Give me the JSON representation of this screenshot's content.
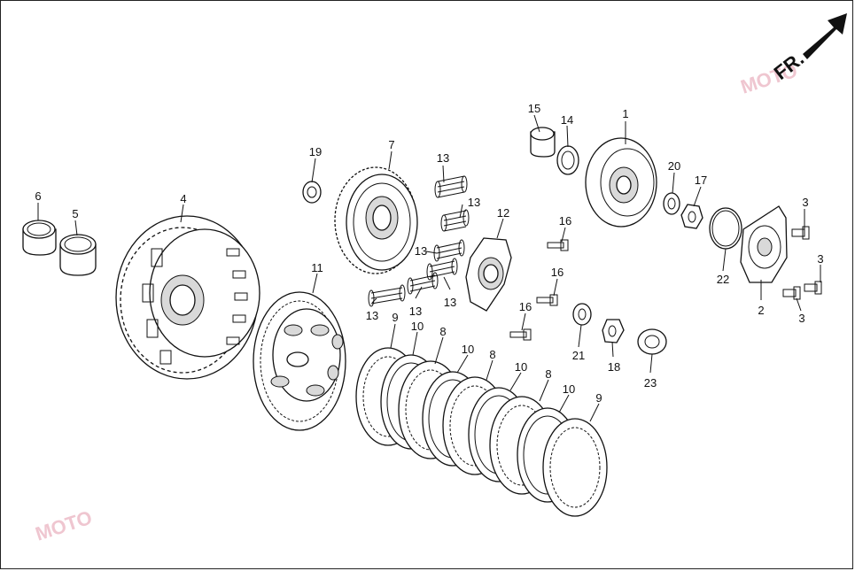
{
  "diagram": {
    "orientation_label": "FR.",
    "watermark_text": "MOTO",
    "callouts": [
      {
        "id": "c1",
        "label": "1"
      },
      {
        "id": "c2",
        "label": "2"
      },
      {
        "id": "c3a",
        "label": "3"
      },
      {
        "id": "c3b",
        "label": "3"
      },
      {
        "id": "c3c",
        "label": "3"
      },
      {
        "id": "c4",
        "label": "4"
      },
      {
        "id": "c5",
        "label": "5"
      },
      {
        "id": "c6",
        "label": "6"
      },
      {
        "id": "c7",
        "label": "7"
      },
      {
        "id": "c8a",
        "label": "8"
      },
      {
        "id": "c8b",
        "label": "8"
      },
      {
        "id": "c8c",
        "label": "8"
      },
      {
        "id": "c9a",
        "label": "9"
      },
      {
        "id": "c9b",
        "label": "9"
      },
      {
        "id": "c10a",
        "label": "10"
      },
      {
        "id": "c10b",
        "label": "10"
      },
      {
        "id": "c10c",
        "label": "10"
      },
      {
        "id": "c10d",
        "label": "10"
      },
      {
        "id": "c11",
        "label": "11"
      },
      {
        "id": "c12",
        "label": "12"
      },
      {
        "id": "c13a",
        "label": "13"
      },
      {
        "id": "c13b",
        "label": "13"
      },
      {
        "id": "c13c",
        "label": "13"
      },
      {
        "id": "c13d",
        "label": "13"
      },
      {
        "id": "c13e",
        "label": "13"
      },
      {
        "id": "c13f",
        "label": "13"
      },
      {
        "id": "c14",
        "label": "14"
      },
      {
        "id": "c15",
        "label": "15"
      },
      {
        "id": "c16a",
        "label": "16"
      },
      {
        "id": "c16b",
        "label": "16"
      },
      {
        "id": "c16c",
        "label": "16"
      },
      {
        "id": "c17",
        "label": "17"
      },
      {
        "id": "c18",
        "label": "18"
      },
      {
        "id": "c19",
        "label": "19"
      },
      {
        "id": "c20",
        "label": "20"
      },
      {
        "id": "c21",
        "label": "21"
      },
      {
        "id": "c22",
        "label": "22"
      },
      {
        "id": "c23",
        "label": "23"
      }
    ]
  }
}
